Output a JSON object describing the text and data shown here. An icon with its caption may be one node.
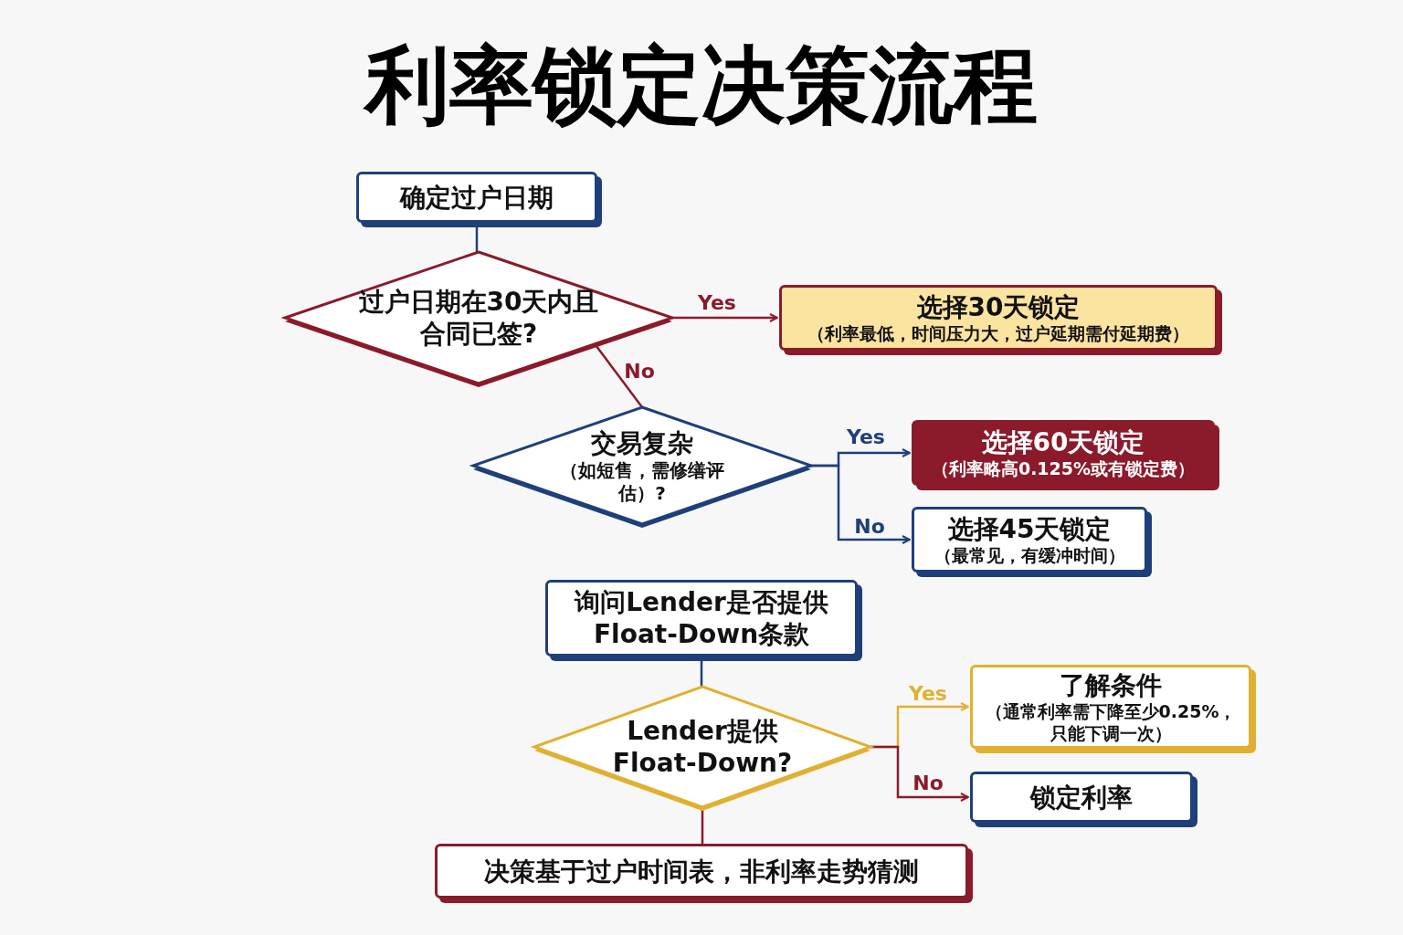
{
  "diagram": {
    "title": "利率锁定决策流程",
    "nodes": [
      {
        "text": [
          "确定过户日期"
        ]
      },
      {
        "text": [
          "过户日期在30天内且合同已签?"
        ]
      },
      {
        "text": [
          "选择30天锁定",
          "（利率最低，时间压力大，过户延期需付延期费）"
        ]
      },
      {
        "text": [
          "交易复杂",
          "（如短售，需修缮评估）?"
        ]
      },
      {
        "text": [
          "选择60天锁定",
          "（利率略高0.125%或有锁定费）"
        ]
      },
      {
        "text": [
          "选择45天锁定",
          "（最常见，有缓冲时间）"
        ]
      },
      {
        "text": [
          "询问Lender是否提供Float-Down条款"
        ]
      },
      {
        "text": [
          "Lender提供Float-Down?"
        ]
      },
      {
        "text": [
          "了解条件",
          "（通常利率需下降至少0.25%，只能下调一次）"
        ]
      },
      {
        "text": [
          "锁定利率"
        ]
      },
      {
        "text": [
          "决策基于过户时间表，非利率走势猜测"
        ]
      }
    ],
    "edges": [
      {
        "from": 0,
        "to": 1,
        "arrow": "none",
        "color": "#1f3f7a"
      },
      {
        "from": 1,
        "to": 2,
        "arrow": "to",
        "label": "Yes",
        "color": "#8b1a2b"
      },
      {
        "from": 1,
        "to": 3,
        "arrow": "none",
        "label": "No",
        "color": "#8b1a2b"
      },
      {
        "from": 3,
        "to": 4,
        "arrow": "to",
        "label": "Yes",
        "color": "#1f3f7a"
      },
      {
        "from": 3,
        "to": 5,
        "arrow": "to",
        "label": "No",
        "color": "#1f3f7a"
      },
      {
        "from": 6,
        "to": 7,
        "arrow": "none",
        "color": "#1f3f7a"
      },
      {
        "from": 7,
        "to": 8,
        "arrow": "to",
        "label": "Yes",
        "color": "#e0b030"
      },
      {
        "from": 7,
        "to": 9,
        "arrow": "to",
        "label": "No",
        "color": "#8b1a2b"
      },
      {
        "from": 7,
        "to": 10,
        "arrow": "none",
        "color": "#8b1a2b"
      }
    ]
  }
}
